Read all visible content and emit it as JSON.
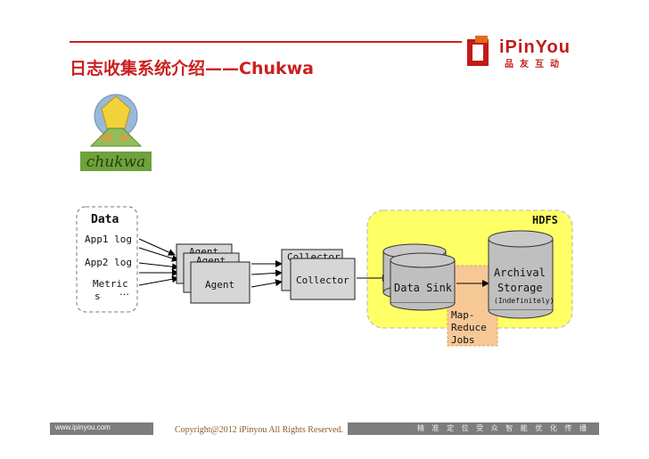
{
  "header": {
    "title": "日志收集系统介绍——Chukwa",
    "brand_name": "iPinYou",
    "brand_sub": "品友互动"
  },
  "logo": {
    "text": "chukwa"
  },
  "diagram": {
    "data_box": {
      "title": "Data",
      "items": [
        "App1 log",
        "App2 log",
        "Metric",
        "s"
      ],
      "ellipsis": "…"
    },
    "agents": {
      "labels": [
        "Agent",
        "Agent",
        "Agent"
      ]
    },
    "collectors": {
      "labels": [
        "Collector",
        "Collector"
      ]
    },
    "hdfs": {
      "label": "HDFS",
      "data_sink": "Data Sink",
      "archival": [
        "Archival",
        "Storage",
        "(Indefinitely)"
      ],
      "mapreduce": [
        "Map-",
        "Reduce",
        "Jobs"
      ]
    },
    "colors": {
      "hdfs_fill": "#ffff66",
      "mapreduce_fill": "#f6c896",
      "box_fill": "#d6d6d6",
      "cylinder_fill": "#bfbfbf"
    }
  },
  "footer": {
    "url": "www.ipinyou.com",
    "copyright": "Copyright@2012 iPinyou All Rights Reserved.",
    "slogan": "精 准 定 位 受 众     智 能 优 化 传 播"
  }
}
